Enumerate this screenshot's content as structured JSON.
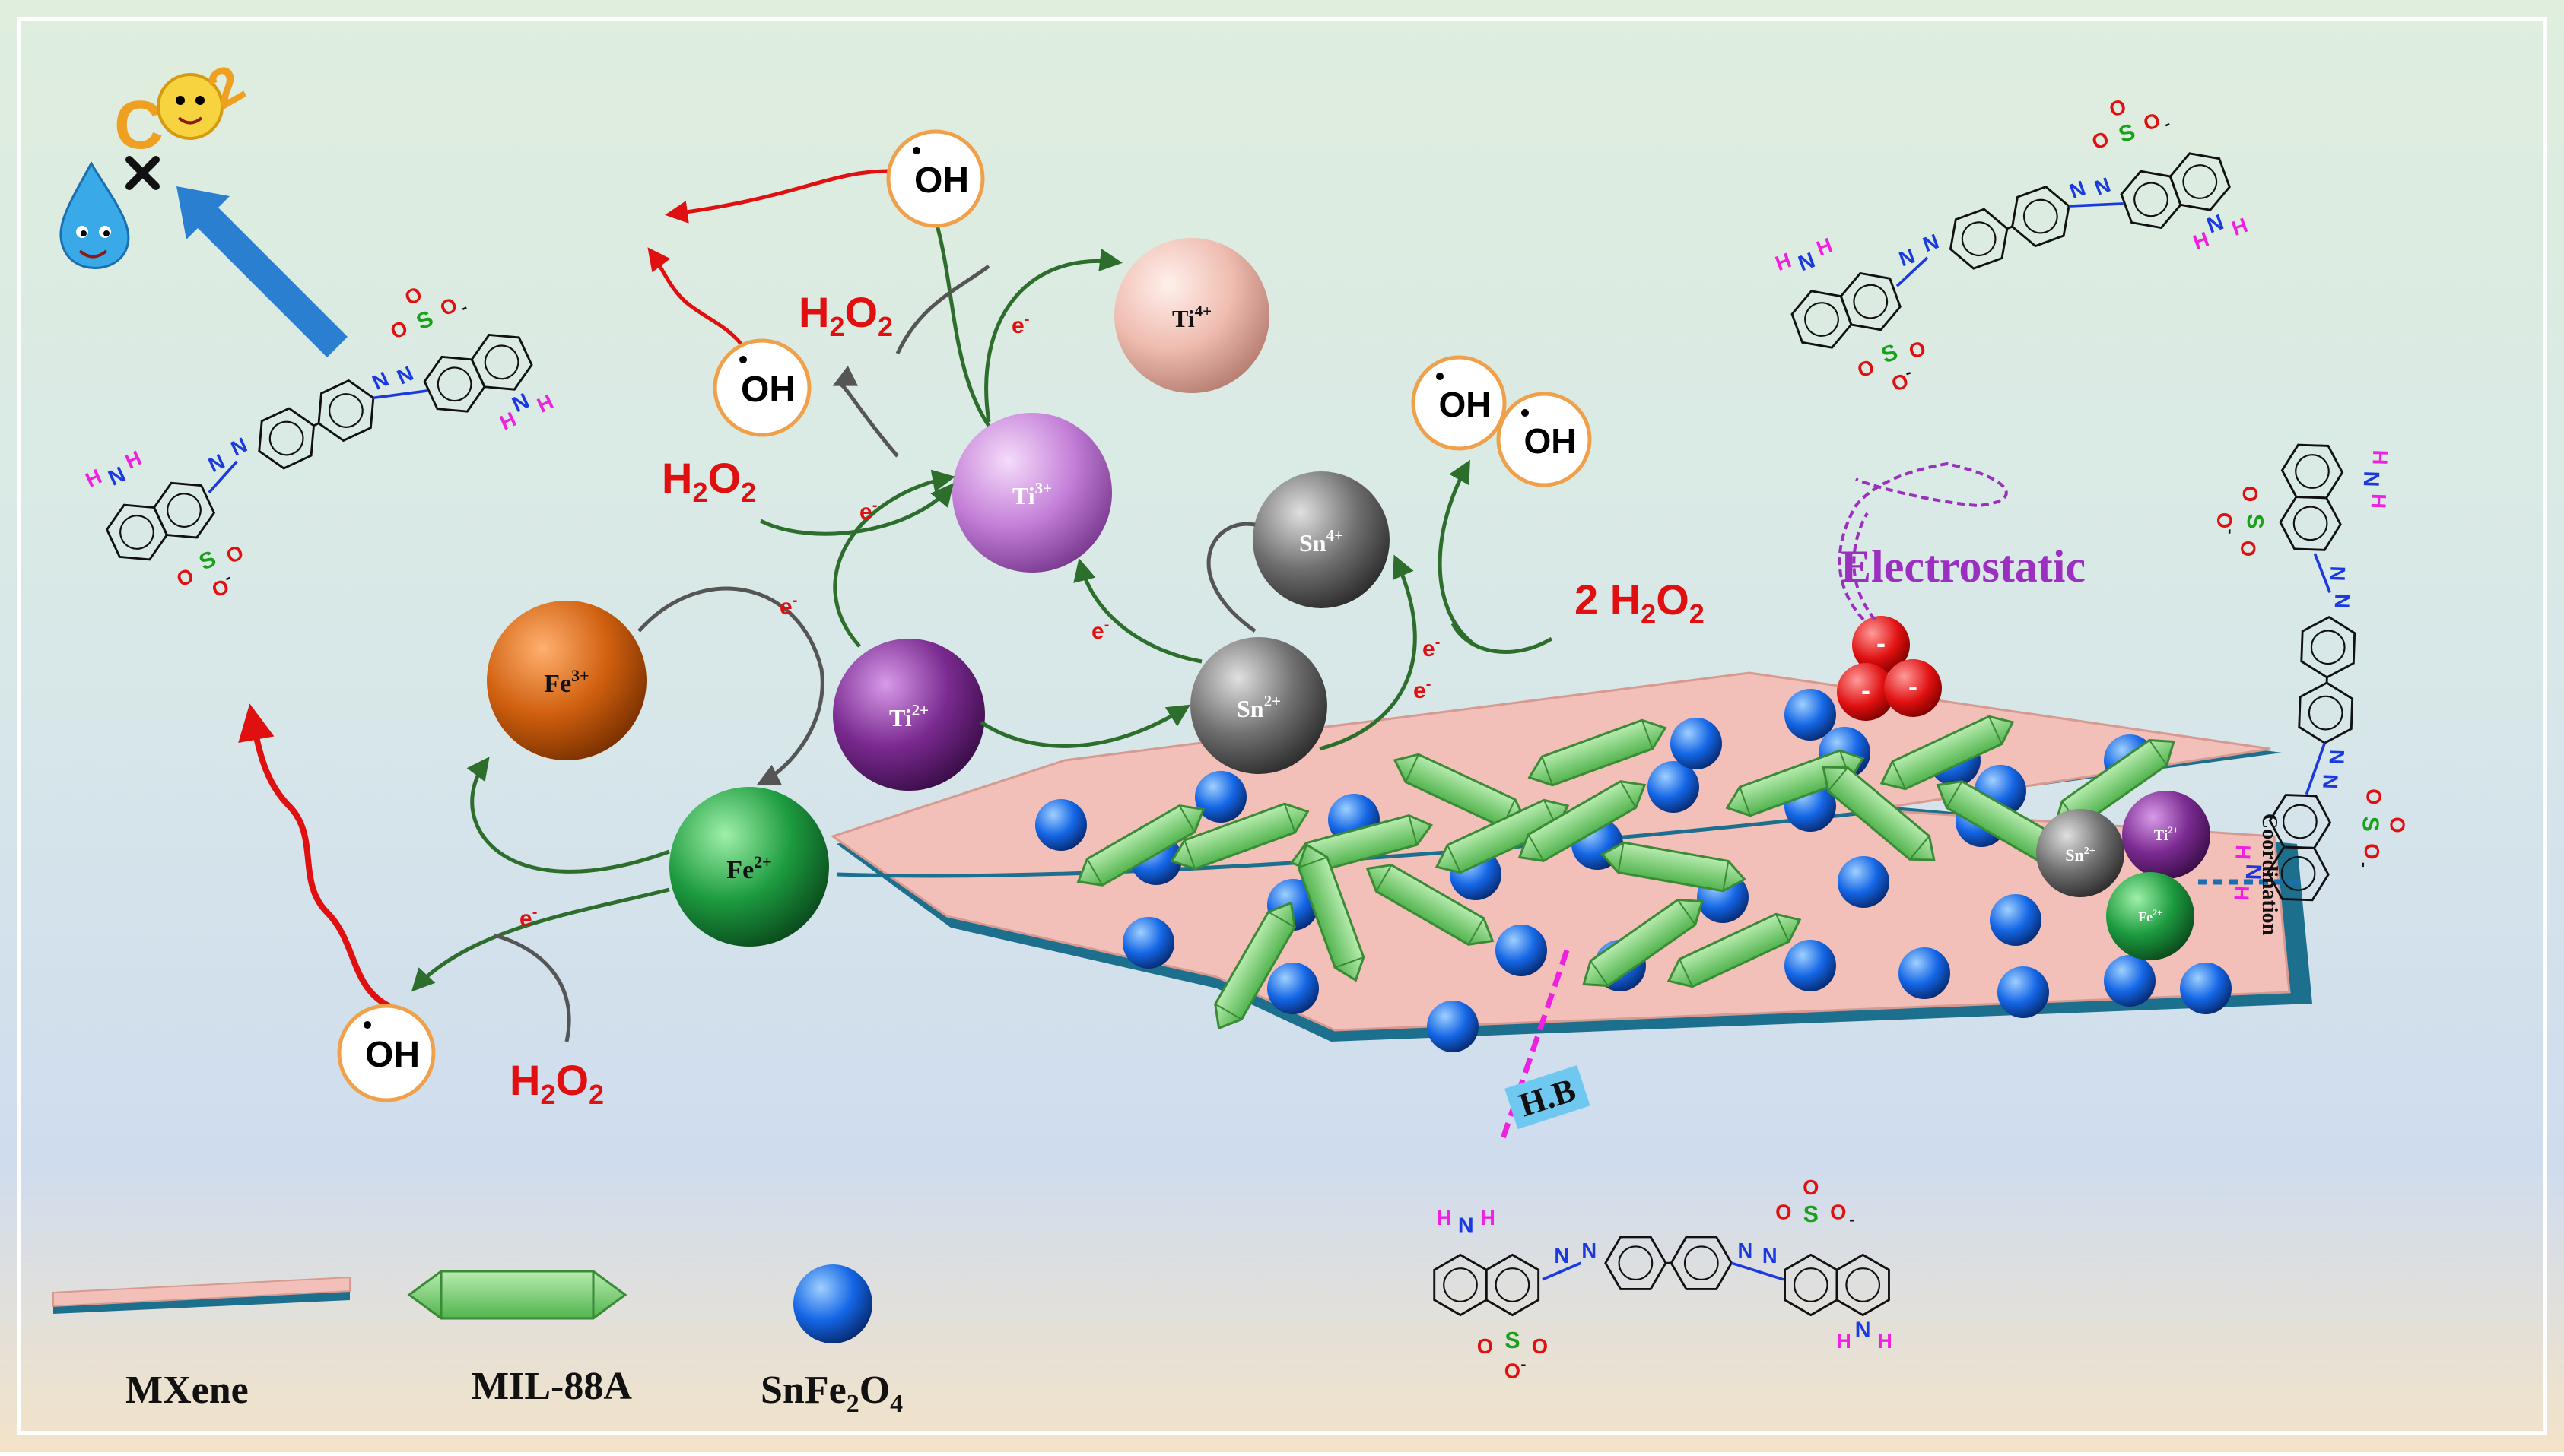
{
  "species": {
    "fe3": "Fe",
    "fe3_sup": "3+",
    "fe2": "Fe",
    "fe2_sup": "2+",
    "ti2": "Ti",
    "ti2_sup": "2+",
    "ti3": "Ti",
    "ti3_sup": "3+",
    "ti4": "Ti",
    "ti4_sup": "4+",
    "sn2": "Sn",
    "sn2_sup": "2+",
    "sn4": "Sn",
    "sn4_sup": "4+"
  },
  "labels": {
    "h2o2_h": "H",
    "h2o2_sub": "2",
    "h2o2_o": "O",
    "two_h2o2_prefix": "2 H",
    "oh": "OH",
    "electron": "e",
    "electron_sup": "-",
    "co2_c": "C",
    "co2_o": "O",
    "co2_sub": "2",
    "electrostatic": "Electrostatic",
    "hb": "H.B",
    "coordination": "Coordination",
    "minus": "-"
  },
  "molecule": {
    "s": "S",
    "o": "O",
    "n": "N",
    "h": "H",
    "neg": "-"
  },
  "legend": {
    "mxene": "MXene",
    "mil88a": "MIL-88A",
    "snfe2o4_base": "SnFe",
    "snfe2o4_sub1": "2",
    "snfe2o4_o": "O",
    "snfe2o4_sub2": "4"
  },
  "colors": {
    "fe3": "#c95510",
    "fe2": "#1a8f3a",
    "ti2": "#7a2a90",
    "ti3": "#c77fd8",
    "ti4": "#f0bfb4",
    "sn": "#707070",
    "mxene": "#f2c0b8",
    "mil88a": "#7dd07a",
    "snfe2o4": "#1060e0",
    "red_text": "#e01010",
    "arrow_green": "#2d6e2d",
    "electrostatic": "#9b30c0",
    "hb_line": "#f020e0"
  }
}
